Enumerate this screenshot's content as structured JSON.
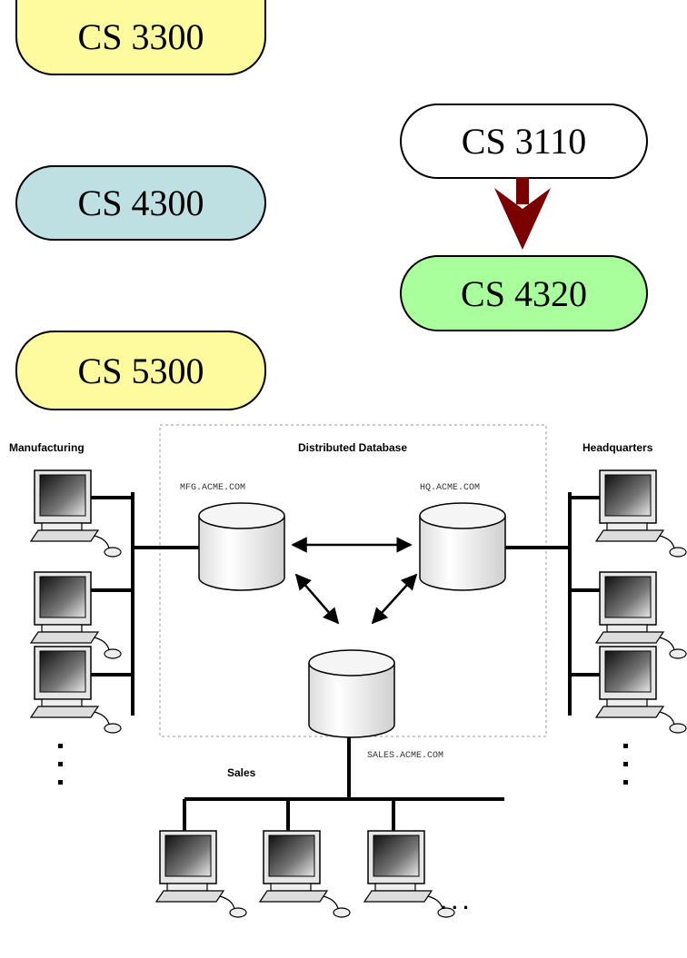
{
  "courses": {
    "cs3300": {
      "label": "CS 3300",
      "color": "#fdfb9e"
    },
    "cs4300": {
      "label": "CS 4300",
      "color": "#bfe0e2"
    },
    "cs5300": {
      "label": "CS 5300",
      "color": "#fdfb9e"
    },
    "cs3110": {
      "label": "CS 3110",
      "color": "#ffffff"
    },
    "cs4320": {
      "label": "CS 4320",
      "color": "#a9ff9c"
    }
  },
  "prereq_arrow": {
    "from": "CS 3110",
    "to": "CS 4320",
    "color": "#7a0000"
  },
  "network": {
    "sites": {
      "manufacturing": "Manufacturing",
      "distributed_database": "Distributed Database",
      "headquarters": "Headquarters",
      "sales": "Sales"
    },
    "databases": {
      "mfg": "MFG.ACME.COM",
      "hq": "HQ.ACME.COM",
      "sales": "SALES.ACME.COM"
    },
    "ellipsis": ". . ."
  }
}
